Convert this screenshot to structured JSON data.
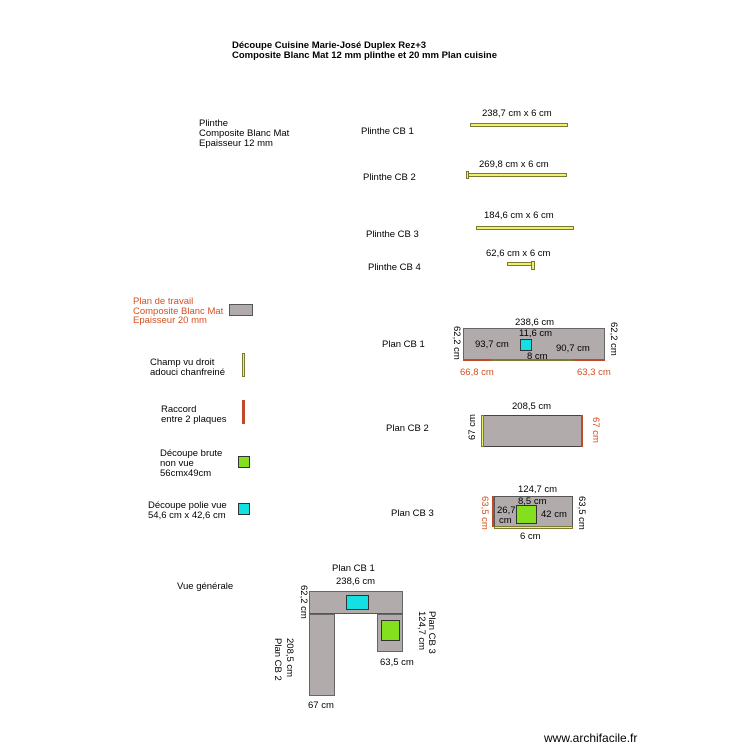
{
  "title": {
    "line1": "Découpe Cuisine Marie-José Duplex Rez+3",
    "line2": "Composite Blanc Mat 12 mm plinthe et 20 mm Plan cuisine"
  },
  "legend": {
    "plinthe": [
      "Plinthe",
      "Composite Blanc Mat",
      "Epaisseur 12 mm"
    ],
    "plan_travail": [
      "Plan de travail",
      "Composite Blanc Mat",
      "Epaisseur 20 mm"
    ],
    "champ": [
      "Champ vu droit",
      "adouci chanfreiné"
    ],
    "raccord": [
      "Raccord",
      "entre 2 plaques"
    ],
    "decoupe_brute": [
      "Découpe brute",
      "non vue",
      "56cmx49cm"
    ],
    "decoupe_polie": [
      "Découpe polie vue",
      "54,6 cm x 42,6 cm"
    ]
  },
  "plinthes": [
    {
      "label": "Plinthe CB 1",
      "dim": "238,7 cm x 6 cm"
    },
    {
      "label": "Plinthe CB 2",
      "dim": "269,8 cm x 6 cm"
    },
    {
      "label": "Plinthe CB 3",
      "dim": "184,6 cm x 6 cm"
    },
    {
      "label": "Plinthe CB 4",
      "dim": "62,6 cm x 6 cm"
    }
  ],
  "plan1": {
    "label": "Plan CB 1",
    "width": "238,6 cm",
    "left_h": "62,2 cm",
    "right_h": "62,2 cm",
    "cut_w": "11,6 cm",
    "left_seg": "93,7 cm",
    "right_seg": "90,7 cm",
    "cut_depth": "8 cm",
    "bottom_left": "66,8 cm",
    "bottom_right": "63,3 cm"
  },
  "plan2": {
    "label": "Plan CB 2",
    "width": "208,5 cm",
    "left_h": "67 cm",
    "right_h": "67 cm"
  },
  "plan3": {
    "label": "Plan CB 3",
    "width": "124,7 cm",
    "cut_w": "8,5 cm",
    "cut_left": "26,7",
    "cut_left_unit": "cm",
    "cut_right": "42 cm",
    "left_h": "63,5 cm",
    "right_h": "63,5 cm",
    "bottom": "6 cm"
  },
  "overview": {
    "title": "Vue générale",
    "plan1_label": "Plan CB 1",
    "plan1_width": "238,6 cm",
    "plan1_h": "62,2 cm",
    "plan2_label": "Plan CB 2",
    "plan2_len": "208,5 cm",
    "plan2_w": "67 cm",
    "plan3_label": "Plan CB 3",
    "plan3_len": "124,7 cm",
    "plan3_w": "63,5 cm"
  },
  "watermark": "www.archifacile.fr",
  "colors": {
    "plan": "#b1abab",
    "champ": "#f0f070",
    "raccord": "#c0492a",
    "decoupe_brute": "#84e01c",
    "decoupe_polie": "#14dfe3",
    "red_text": "#d5501f"
  }
}
